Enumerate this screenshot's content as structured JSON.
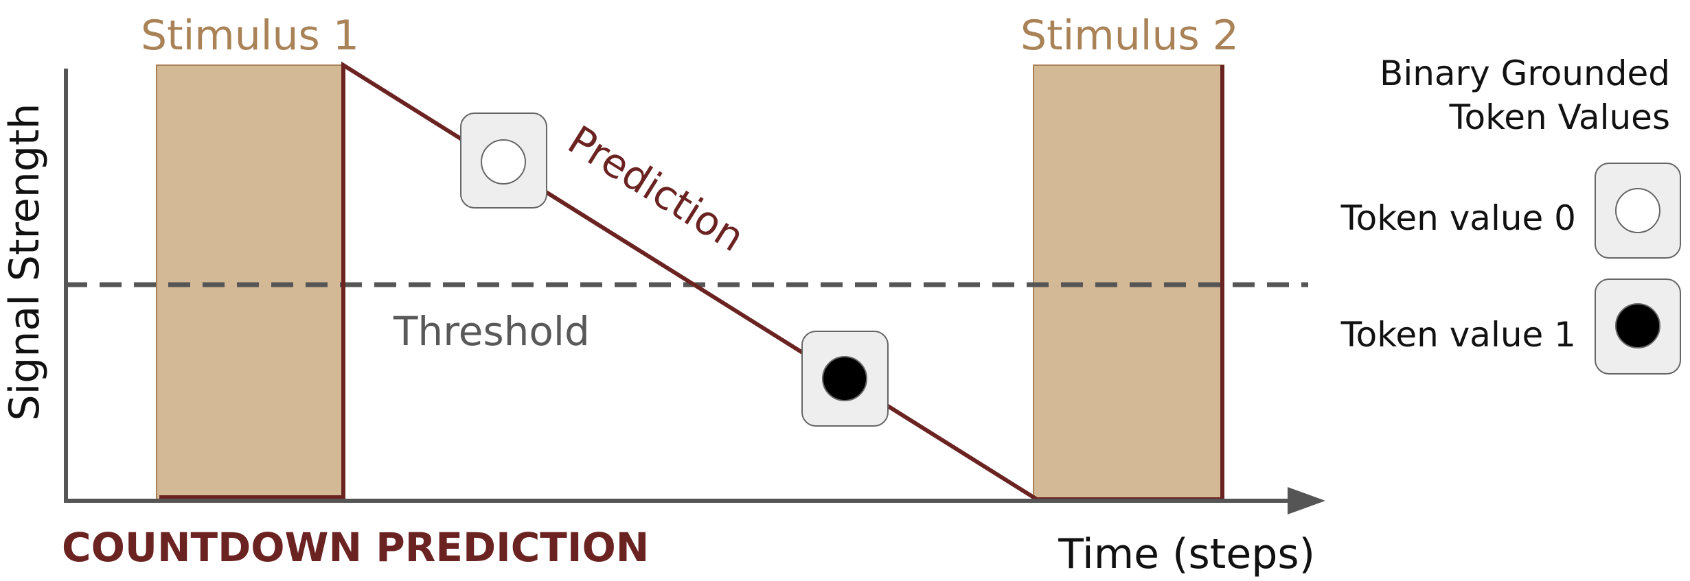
{
  "stimuli": [
    {
      "label": "Stimulus 1"
    },
    {
      "label": "Stimulus 2"
    }
  ],
  "axes": {
    "y_label": "Signal Strength",
    "x_label": "Time (steps)"
  },
  "threshold": {
    "label": "Threshold"
  },
  "prediction": {
    "label": "Prediction"
  },
  "title": "COUNTDOWN PREDICTION",
  "legend": {
    "title_line1": "Binary Grounded",
    "title_line2": "Token Values",
    "items": [
      {
        "label": "Token value 0",
        "value": 0
      },
      {
        "label": "Token value 1",
        "value": 1
      }
    ]
  },
  "colors": {
    "stimulus_fill": "#d3b995",
    "stimulus_label": "#a98357",
    "prediction": "#6b2322",
    "threshold": "#555555",
    "axis": "#555555",
    "token_box": "#eeeeee"
  }
}
